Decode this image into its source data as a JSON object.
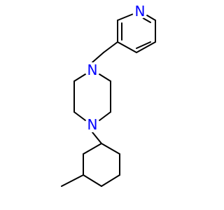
{
  "atoms": [
    {
      "id": "N_py",
      "label": "N",
      "color": "#0000FF"
    },
    {
      "id": "N1",
      "label": "N",
      "color": "#0000FF"
    },
    {
      "id": "N4",
      "label": "N",
      "color": "#0000FF"
    }
  ]
}
